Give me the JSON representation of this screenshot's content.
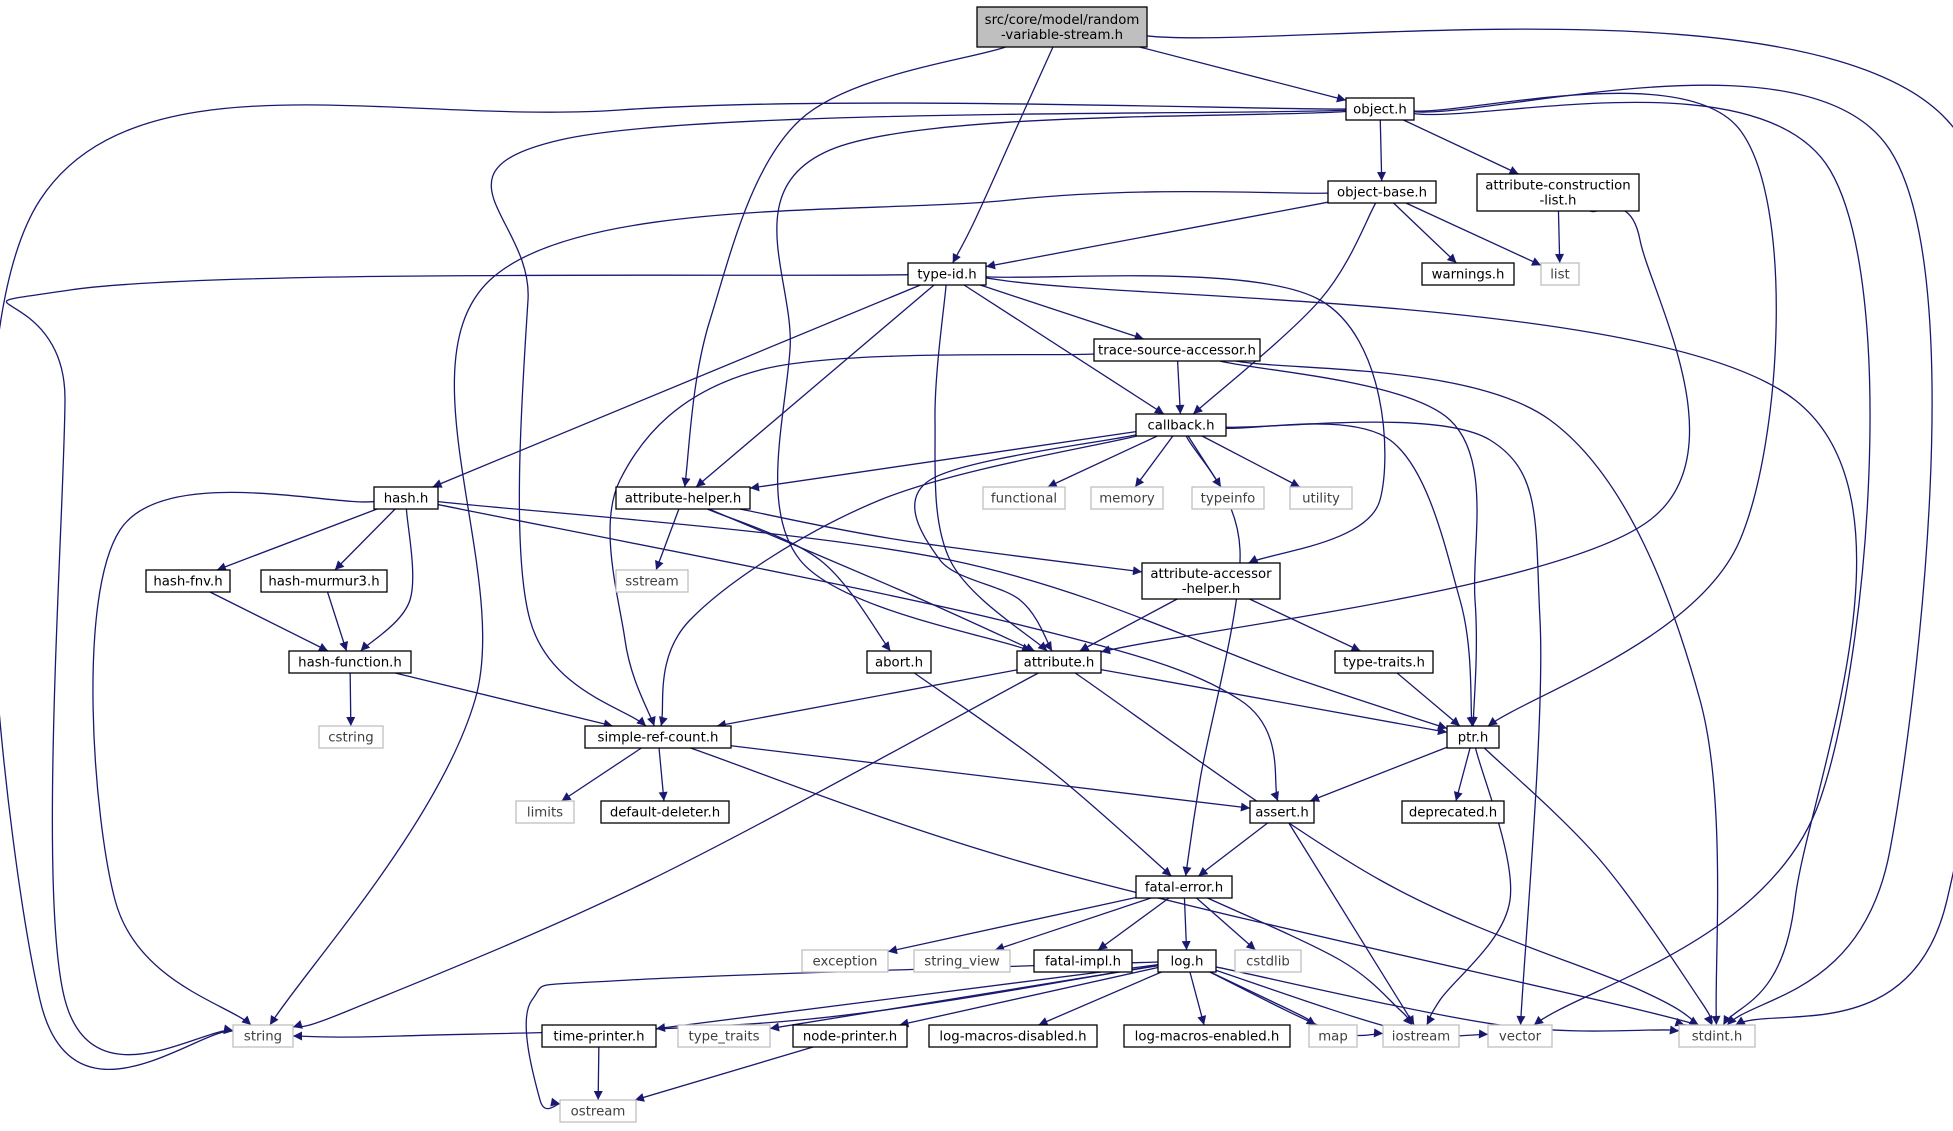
{
  "diagram": {
    "nodes": [
      {
        "id": "root",
        "lines": [
          "src/core/model/random",
          "-variable-stream.h"
        ],
        "style": "root"
      },
      {
        "id": "object",
        "lines": [
          "object.h"
        ],
        "style": "internal"
      },
      {
        "id": "object-base",
        "lines": [
          "object-base.h"
        ],
        "style": "internal"
      },
      {
        "id": "attr-construct",
        "lines": [
          "attribute-construction",
          "-list.h"
        ],
        "style": "internal"
      },
      {
        "id": "type-id",
        "lines": [
          "type-id.h"
        ],
        "style": "internal"
      },
      {
        "id": "warnings",
        "lines": [
          "warnings.h"
        ],
        "style": "internal"
      },
      {
        "id": "list",
        "lines": [
          "list"
        ],
        "style": "external"
      },
      {
        "id": "trace-source",
        "lines": [
          "trace-source-accessor.h"
        ],
        "style": "internal"
      },
      {
        "id": "callback",
        "lines": [
          "callback.h"
        ],
        "style": "internal"
      },
      {
        "id": "hash",
        "lines": [
          "hash.h"
        ],
        "style": "internal"
      },
      {
        "id": "attr-helper",
        "lines": [
          "attribute-helper.h"
        ],
        "style": "internal"
      },
      {
        "id": "functional",
        "lines": [
          "functional"
        ],
        "style": "external"
      },
      {
        "id": "memory",
        "lines": [
          "memory"
        ],
        "style": "external"
      },
      {
        "id": "typeinfo",
        "lines": [
          "typeinfo"
        ],
        "style": "external"
      },
      {
        "id": "utility",
        "lines": [
          "utility"
        ],
        "style": "external"
      },
      {
        "id": "hash-fnv",
        "lines": [
          "hash-fnv.h"
        ],
        "style": "internal"
      },
      {
        "id": "hash-murmur3",
        "lines": [
          "hash-murmur3.h"
        ],
        "style": "internal"
      },
      {
        "id": "sstream",
        "lines": [
          "sstream"
        ],
        "style": "external"
      },
      {
        "id": "attr-accessor",
        "lines": [
          "attribute-accessor",
          "-helper.h"
        ],
        "style": "internal"
      },
      {
        "id": "hash-function",
        "lines": [
          "hash-function.h"
        ],
        "style": "internal"
      },
      {
        "id": "abort",
        "lines": [
          "abort.h"
        ],
        "style": "internal"
      },
      {
        "id": "attribute",
        "lines": [
          "attribute.h"
        ],
        "style": "internal"
      },
      {
        "id": "type-traits-h",
        "lines": [
          "type-traits.h"
        ],
        "style": "internal"
      },
      {
        "id": "cstring",
        "lines": [
          "cstring"
        ],
        "style": "external"
      },
      {
        "id": "simple-ref",
        "lines": [
          "simple-ref-count.h"
        ],
        "style": "internal"
      },
      {
        "id": "ptr",
        "lines": [
          "ptr.h"
        ],
        "style": "internal"
      },
      {
        "id": "limits",
        "lines": [
          "limits"
        ],
        "style": "external"
      },
      {
        "id": "default-deleter",
        "lines": [
          "default-deleter.h"
        ],
        "style": "internal"
      },
      {
        "id": "assert",
        "lines": [
          "assert.h"
        ],
        "style": "internal"
      },
      {
        "id": "deprecated",
        "lines": [
          "deprecated.h"
        ],
        "style": "internal"
      },
      {
        "id": "fatal-error",
        "lines": [
          "fatal-error.h"
        ],
        "style": "internal"
      },
      {
        "id": "exception",
        "lines": [
          "exception"
        ],
        "style": "external"
      },
      {
        "id": "string_view",
        "lines": [
          "string_view"
        ],
        "style": "external"
      },
      {
        "id": "fatal-impl",
        "lines": [
          "fatal-impl.h"
        ],
        "style": "internal"
      },
      {
        "id": "log",
        "lines": [
          "log.h"
        ],
        "style": "internal"
      },
      {
        "id": "cstdlib",
        "lines": [
          "cstdlib"
        ],
        "style": "external"
      },
      {
        "id": "string",
        "lines": [
          "string"
        ],
        "style": "external"
      },
      {
        "id": "time-printer",
        "lines": [
          "time-printer.h"
        ],
        "style": "internal"
      },
      {
        "id": "type_traits",
        "lines": [
          "type_traits"
        ],
        "style": "external"
      },
      {
        "id": "node-printer",
        "lines": [
          "node-printer.h"
        ],
        "style": "internal"
      },
      {
        "id": "log-macros-disabled",
        "lines": [
          "log-macros-disabled.h"
        ],
        "style": "internal"
      },
      {
        "id": "log-macros-enabled",
        "lines": [
          "log-macros-enabled.h"
        ],
        "style": "internal"
      },
      {
        "id": "map",
        "lines": [
          "map"
        ],
        "style": "external"
      },
      {
        "id": "iostream",
        "lines": [
          "iostream"
        ],
        "style": "external"
      },
      {
        "id": "vector",
        "lines": [
          "vector"
        ],
        "style": "external"
      },
      {
        "id": "stdint",
        "lines": [
          "stdint.h"
        ],
        "style": "external"
      },
      {
        "id": "ostream",
        "lines": [
          "ostream"
        ],
        "style": "external"
      }
    ],
    "edges": [
      [
        "root",
        "object"
      ],
      [
        "root",
        "type-id"
      ],
      [
        "root",
        "attr-helper"
      ],
      [
        "root",
        "stdint"
      ],
      [
        "object",
        "object-base"
      ],
      [
        "object",
        "attr-construct"
      ],
      [
        "object",
        "string"
      ],
      [
        "object",
        "simple-ref"
      ],
      [
        "object",
        "attribute"
      ],
      [
        "object",
        "ptr"
      ],
      [
        "object",
        "vector"
      ],
      [
        "object",
        "stdint"
      ],
      [
        "object-base",
        "type-id"
      ],
      [
        "object-base",
        "warnings"
      ],
      [
        "object-base",
        "list"
      ],
      [
        "object-base",
        "callback"
      ],
      [
        "object-base",
        "string"
      ],
      [
        "attr-construct",
        "list"
      ],
      [
        "attr-construct",
        "attribute"
      ],
      [
        "type-id",
        "trace-source"
      ],
      [
        "type-id",
        "callback"
      ],
      [
        "type-id",
        "hash"
      ],
      [
        "type-id",
        "attr-helper"
      ],
      [
        "type-id",
        "attribute"
      ],
      [
        "type-id",
        "attr-accessor"
      ],
      [
        "type-id",
        "string"
      ],
      [
        "type-id",
        "stdint"
      ],
      [
        "trace-source",
        "callback"
      ],
      [
        "trace-source",
        "simple-ref"
      ],
      [
        "trace-source",
        "ptr"
      ],
      [
        "trace-source",
        "stdint"
      ],
      [
        "callback",
        "attr-helper"
      ],
      [
        "callback",
        "functional"
      ],
      [
        "callback",
        "memory"
      ],
      [
        "callback",
        "typeinfo"
      ],
      [
        "callback",
        "utility"
      ],
      [
        "callback",
        "simple-ref"
      ],
      [
        "callback",
        "attribute"
      ],
      [
        "callback",
        "ptr"
      ],
      [
        "callback",
        "fatal-error"
      ],
      [
        "callback",
        "vector"
      ],
      [
        "hash",
        "hash-fnv"
      ],
      [
        "hash",
        "hash-murmur3"
      ],
      [
        "hash",
        "hash-function"
      ],
      [
        "hash",
        "string"
      ],
      [
        "hash",
        "ptr"
      ],
      [
        "hash",
        "assert"
      ],
      [
        "attr-helper",
        "sstream"
      ],
      [
        "attr-helper",
        "abort"
      ],
      [
        "attr-helper",
        "attribute"
      ],
      [
        "attr-helper",
        "attr-accessor"
      ],
      [
        "hash-fnv",
        "hash-function"
      ],
      [
        "hash-murmur3",
        "hash-function"
      ],
      [
        "hash-function",
        "cstring"
      ],
      [
        "hash-function",
        "simple-ref"
      ],
      [
        "attr-accessor",
        "attribute"
      ],
      [
        "attr-accessor",
        "type-traits-h"
      ],
      [
        "type-traits-h",
        "ptr"
      ],
      [
        "abort",
        "fatal-error"
      ],
      [
        "attribute",
        "simple-ref"
      ],
      [
        "attribute",
        "ptr"
      ],
      [
        "attribute",
        "string"
      ],
      [
        "attribute",
        "stdint"
      ],
      [
        "simple-ref",
        "limits"
      ],
      [
        "simple-ref",
        "default-deleter"
      ],
      [
        "simple-ref",
        "assert"
      ],
      [
        "simple-ref",
        "stdint"
      ],
      [
        "ptr",
        "assert"
      ],
      [
        "ptr",
        "deprecated"
      ],
      [
        "ptr",
        "iostream"
      ],
      [
        "ptr",
        "stdint"
      ],
      [
        "assert",
        "fatal-error"
      ],
      [
        "assert",
        "iostream"
      ],
      [
        "fatal-error",
        "exception"
      ],
      [
        "fatal-error",
        "string_view"
      ],
      [
        "fatal-error",
        "fatal-impl"
      ],
      [
        "fatal-error",
        "log"
      ],
      [
        "fatal-error",
        "cstdlib"
      ],
      [
        "fatal-error",
        "iostream"
      ],
      [
        "log",
        "string"
      ],
      [
        "log",
        "time-printer"
      ],
      [
        "log",
        "type_traits"
      ],
      [
        "log",
        "node-printer"
      ],
      [
        "log",
        "log-macros-disabled"
      ],
      [
        "log",
        "log-macros-enabled"
      ],
      [
        "log",
        "map"
      ],
      [
        "log",
        "iostream"
      ],
      [
        "log",
        "vector"
      ],
      [
        "log",
        "stdint"
      ],
      [
        "log",
        "ostream"
      ],
      [
        "time-printer",
        "ostream"
      ],
      [
        "node-printer",
        "ostream"
      ]
    ],
    "colors": {
      "edge": "#191970",
      "root_fill": "#bfbfbf",
      "internal_border": "#000000",
      "external_border": "#bfbfbf",
      "external_text": "#404040",
      "text": "#000000"
    }
  }
}
